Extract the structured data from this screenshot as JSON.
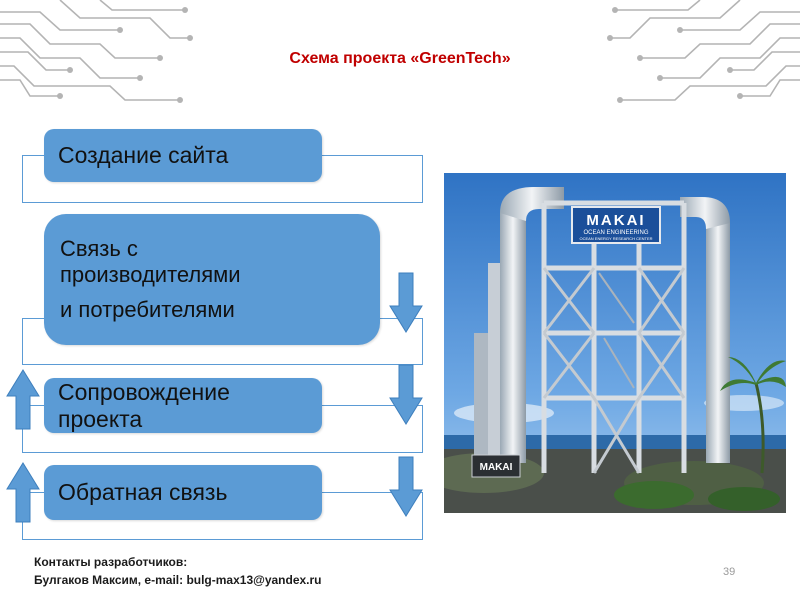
{
  "slide": {
    "title": "Схема проекта  «GreenTech»",
    "page_number": "39"
  },
  "steps": [
    {
      "lines": [
        "Создание сайта"
      ]
    },
    {
      "lines": [
        "Связь с",
        "производителями",
        "и потребителями"
      ]
    },
    {
      "lines": [
        "Сопровождение",
        "проекта"
      ]
    },
    {
      "lines": [
        "Обратная связь"
      ]
    }
  ],
  "photo": {
    "sign_main": "MAKAI",
    "sign_sub1": "OCEAN ENGINEERING",
    "sign_sub2": "OCEAN ENERGY RESEARCH CENTER",
    "sign_ground": "MAKAI"
  },
  "footer": {
    "line1": "Контакты разработчиков:",
    "line2": "Булгаков Максим, e-mail: bulg-max13@yandex.ru"
  },
  "colors": {
    "accent": "#5b9bd5",
    "title": "#c00000"
  },
  "icons": [
    "circuit-decoration-icon",
    "arrow-down-icon",
    "arrow-up-icon"
  ]
}
